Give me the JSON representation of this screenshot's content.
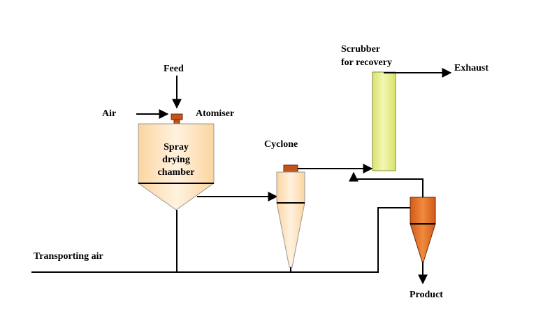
{
  "labels": {
    "feed": "Feed",
    "air": "Air",
    "atomiser": "Atomiser",
    "chamber_line1": "Spray",
    "chamber_line2": "drying",
    "chamber_line3": "chamber",
    "cyclone": "Cyclone",
    "scrubber_line1": "Scrubber",
    "scrubber_line2": "for recovery",
    "exhaust": "Exhaust",
    "transporting_air": "Transporting air",
    "product": "Product"
  },
  "colors": {
    "chamber_fill": "#fcd5a0",
    "chamber_gradient_light": "#fff2df",
    "cyclone_fill": "#fcd5a0",
    "scrubber_fill": "#d7e36b",
    "scrubber_gradient_light": "#f3f7b4",
    "atomiser_fill": "#c4541a",
    "product_cyclone_fill": "#d25a1a",
    "product_cyclone_light": "#f08a3c",
    "line": "#000000"
  },
  "icons": {
    "atomiser": "nozzle-shape",
    "chamber": "vessel-with-cone-shape",
    "cyclone": "cyclone-separator-shape",
    "scrubber": "column-shape",
    "product_cyclone": "small-cyclone-shape"
  }
}
